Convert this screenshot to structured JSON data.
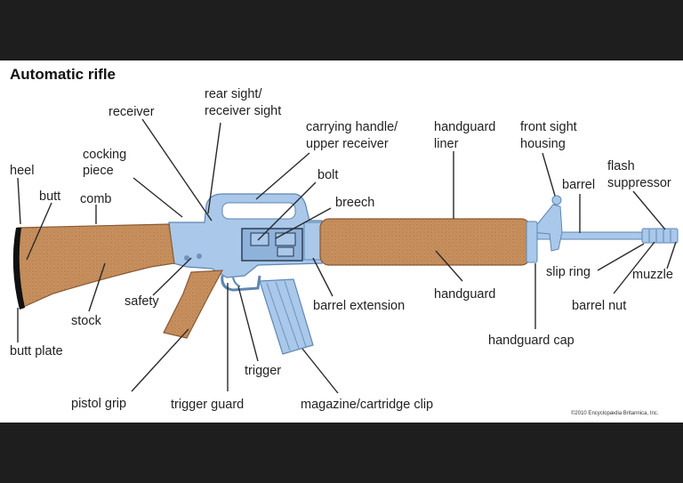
{
  "title": "Automatic rifle",
  "copyright": "©2010 Encyclopædia Britannica, Inc.",
  "labels": {
    "heel": "heel",
    "butt": "butt",
    "comb": "comb",
    "cocking_piece": [
      "cocking",
      "piece"
    ],
    "receiver": "receiver",
    "rear_sight": [
      "rear sight/",
      "receiver sight"
    ],
    "carrying_handle": [
      "carrying handle/",
      "upper receiver"
    ],
    "bolt": "bolt",
    "breech": "breech",
    "handguard_liner": [
      "handguard",
      "liner"
    ],
    "front_sight_housing": [
      "front sight",
      "housing"
    ],
    "barrel": "barrel",
    "flash_suppressor": [
      "flash",
      "suppressor"
    ],
    "butt_plate": "butt plate",
    "stock": "stock",
    "safety": "safety",
    "pistol_grip": "pistol grip",
    "trigger_guard": "trigger guard",
    "trigger": "trigger",
    "magazine": "magazine/cartridge clip",
    "barrel_extension": "barrel extension",
    "handguard": "handguard",
    "handguard_cap": "handguard cap",
    "slip_ring": "slip ring",
    "muzzle": "muzzle",
    "barrel_nut": "barrel nut"
  },
  "colors": {
    "metal": "#a9c8ea",
    "metal_dark": "#6f93bd",
    "wood": "#c8915e",
    "wood_dark": "#8a5a33",
    "butt_plate": "#111111"
  }
}
